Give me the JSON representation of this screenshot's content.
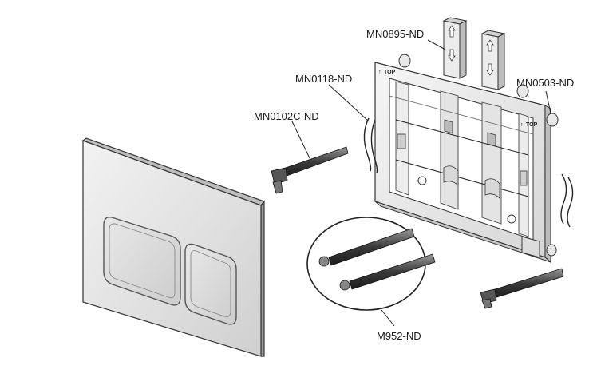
{
  "labels": {
    "mn0895": "MN0895-ND",
    "mn0118": "MN0118-ND",
    "mn0503": "MN0503-ND",
    "mn0102c": "MN0102C-ND",
    "m952": "M952-ND"
  },
  "frame_marks": {
    "top_left": "TOP",
    "top_right": "TOP"
  }
}
